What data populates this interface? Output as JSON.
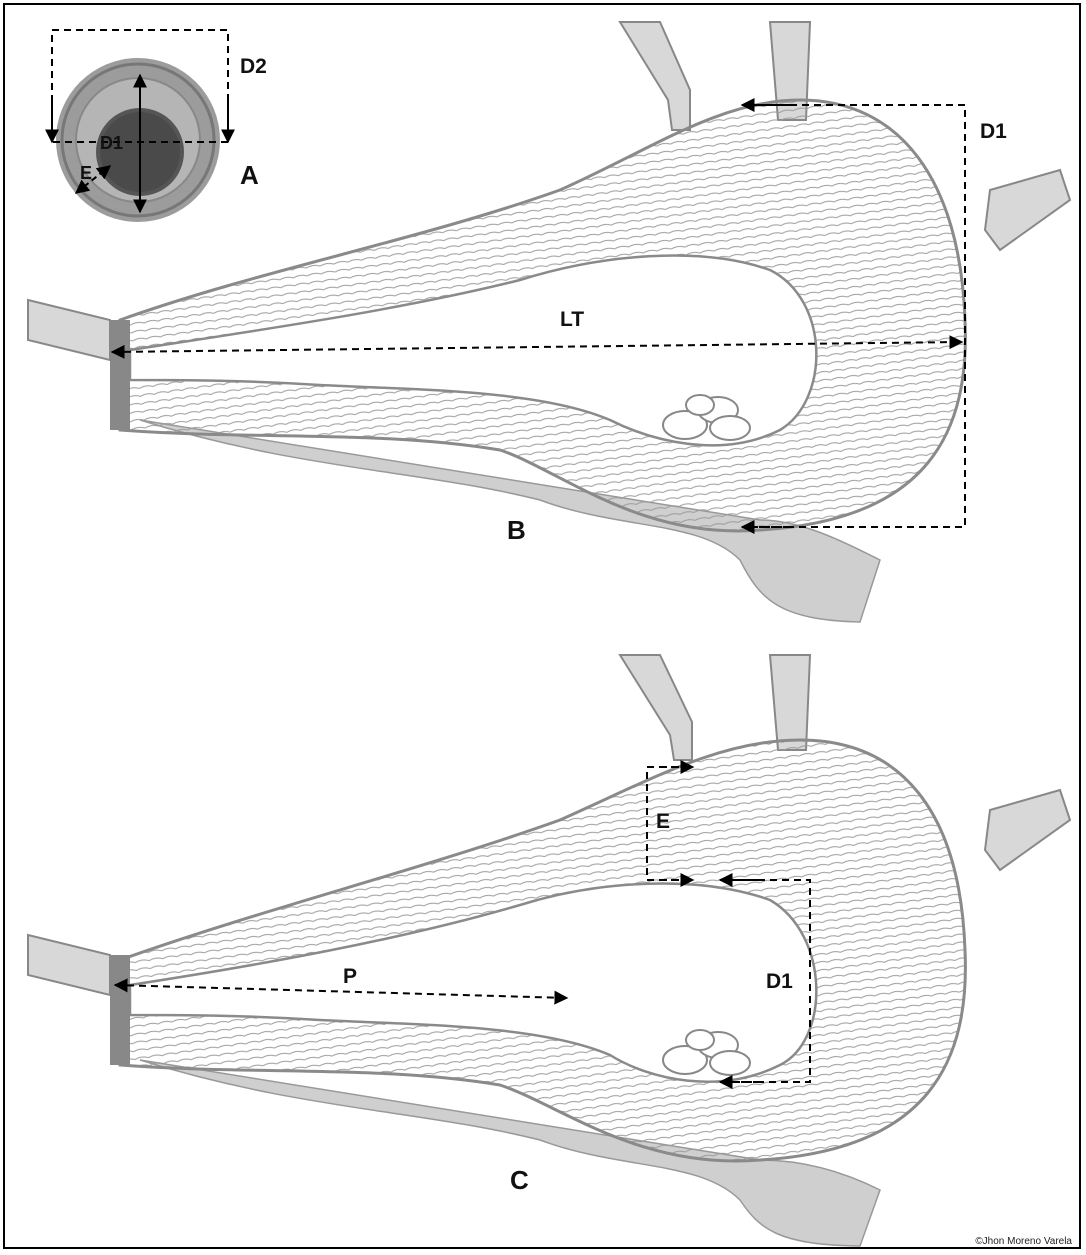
{
  "labels": {
    "panel_a": "A",
    "panel_b": "B",
    "panel_c": "C",
    "a_d2": "D2",
    "a_d1": "D1",
    "a_e": "E",
    "b_d1": "D1",
    "b_lt": "LT",
    "c_e": "E",
    "c_p": "P",
    "c_d1": "D1"
  },
  "credit": "©Jhon Moreno Varela"
}
